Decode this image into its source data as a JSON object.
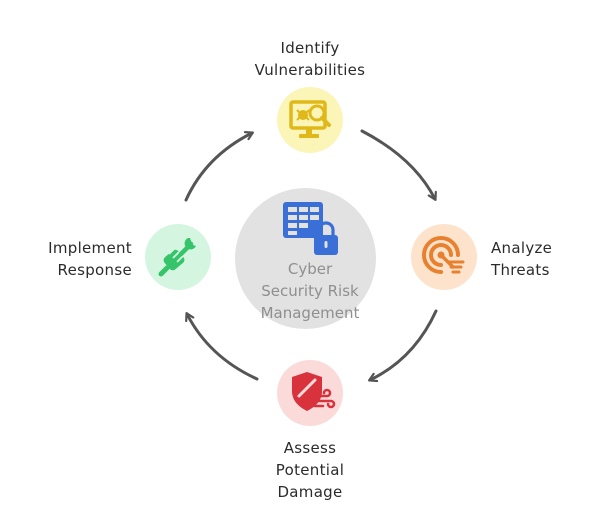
{
  "center": {
    "lines": [
      "Cyber",
      "Security Risk",
      "Management"
    ],
    "icon": "spreadsheet-lock-icon",
    "color": "#3b6fd8",
    "circle_color": "#e2e2e2"
  },
  "steps": [
    {
      "lines": [
        "Identify",
        "Vulnerabilities"
      ],
      "icon": "monitor-search-icon",
      "circle_color": "#fbf6b8",
      "icon_color": "#e0b81a"
    },
    {
      "lines": [
        "Analyze",
        "Threats"
      ],
      "icon": "radar-icon",
      "circle_color": "#fde3cc",
      "icon_color": "#e8812f"
    },
    {
      "lines": [
        "Assess",
        "Potential",
        "Damage"
      ],
      "icon": "shield-wind-icon",
      "circle_color": "#fbdada",
      "icon_color": "#d8333d"
    },
    {
      "lines": [
        "Implement",
        "Response"
      ],
      "icon": "hand-wrench-icon",
      "circle_color": "#d4f6e0",
      "icon_color": "#36c46b"
    }
  ],
  "arrow_color": "#555555"
}
